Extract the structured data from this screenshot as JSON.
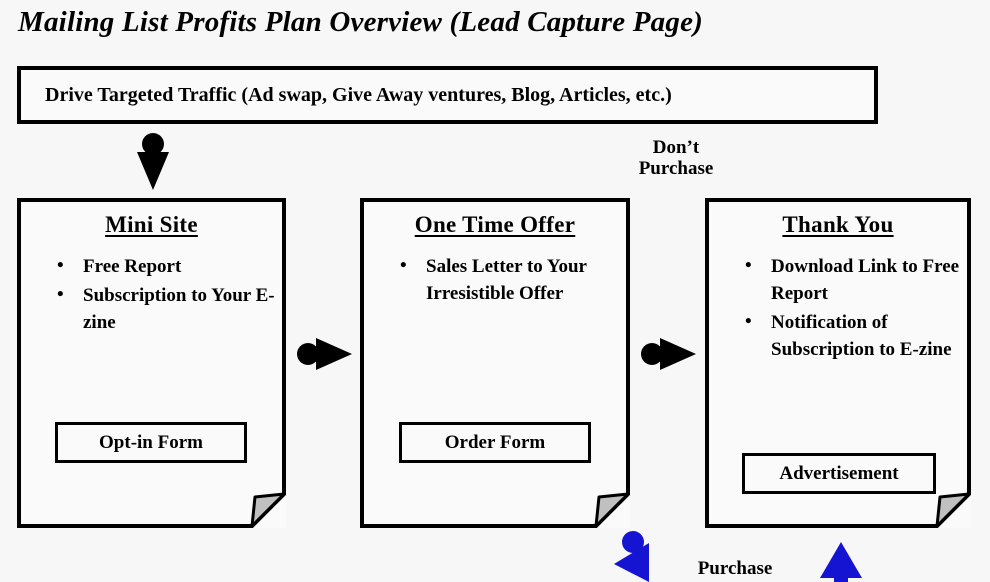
{
  "page": {
    "title": "Mailing List Profits Plan Overview (Lead Capture Page)",
    "background_color": "#f7f7f7",
    "accent_color": "#1414d2",
    "line_color": "#000000",
    "fold_color": "#c0c0c0"
  },
  "banner": {
    "text": "Drive Targeted Traffic (Ad swap, Give Away ventures, Blog, Articles, etc.)"
  },
  "boxes": [
    {
      "title": "Mini Site",
      "bullets": [
        "Free Report",
        "Subscription to Your E-zine"
      ],
      "button": "Opt-in Form"
    },
    {
      "title": "One Time Offer",
      "bullets": [
        "Sales Letter to Your Irresistible Offer"
      ],
      "button": "Order Form"
    },
    {
      "title": "Thank You",
      "bullets": [
        "Download Link to Free Report",
        "Notification of Subscription to E-zine"
      ],
      "button": "Advertisement"
    }
  ],
  "labels": {
    "dont_purchase": "Don’t\nPurchase",
    "purchase": "Purchase"
  },
  "icons": {
    "arrow_down": "arrow-down-icon",
    "arrow_right_1": "arrow-right-icon",
    "arrow_right_2": "arrow-right-icon",
    "arrow_down_left_blue": "arrow-down-left-icon",
    "arrow_up_blue": "arrow-up-icon"
  }
}
